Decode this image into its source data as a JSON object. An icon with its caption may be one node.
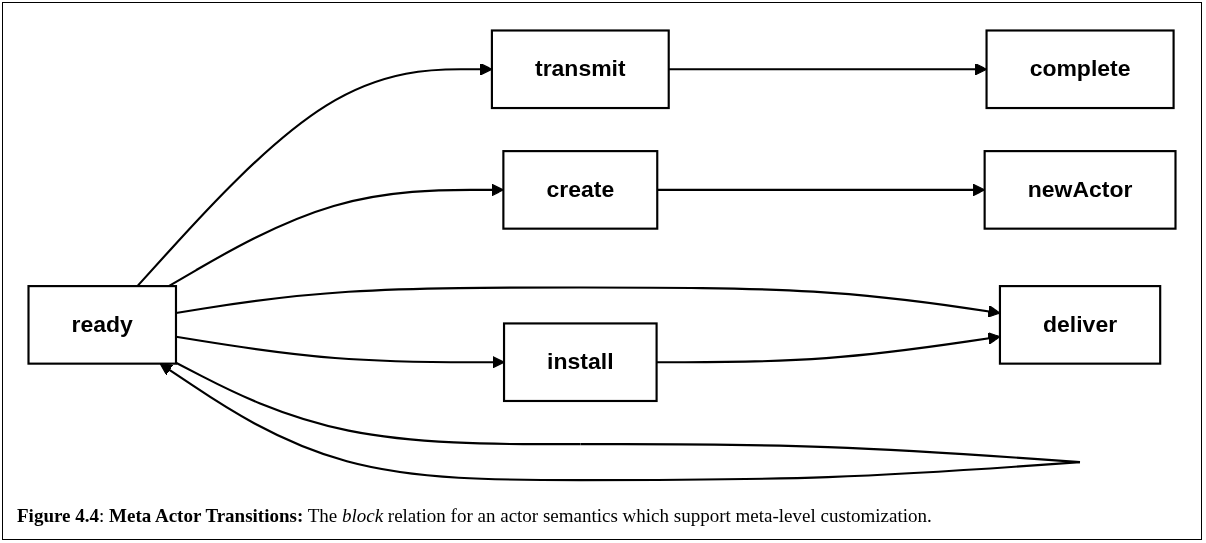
{
  "diagram": {
    "caption": "**Figure 4.4**: **Meta Actor Transitions:** The *block* relation for an actor semantics which support meta-level customization.",
    "nodes": [
      {
        "text": [
          "transmit"
        ]
      },
      {
        "text": [
          "complete"
        ]
      },
      {
        "text": [
          "create"
        ]
      },
      {
        "text": [
          "newActor"
        ]
      },
      {
        "text": [
          "ready"
        ]
      },
      {
        "text": [
          "deliver"
        ]
      },
      {
        "text": [
          "install"
        ]
      }
    ],
    "edges": [
      {
        "from": 4,
        "to": 0,
        "arrow": "to"
      },
      {
        "from": 0,
        "to": 1,
        "arrow": "to"
      },
      {
        "from": 4,
        "to": 2,
        "arrow": "to"
      },
      {
        "from": 2,
        "to": 3,
        "arrow": "to"
      },
      {
        "from": 4,
        "to": 5,
        "arrow": "to"
      },
      {
        "from": 4,
        "to": 4,
        "arrow": "to"
      },
      {
        "from": 4,
        "to": 6,
        "arrow": "to"
      },
      {
        "from": 6,
        "to": 5,
        "arrow": "to"
      }
    ]
  }
}
